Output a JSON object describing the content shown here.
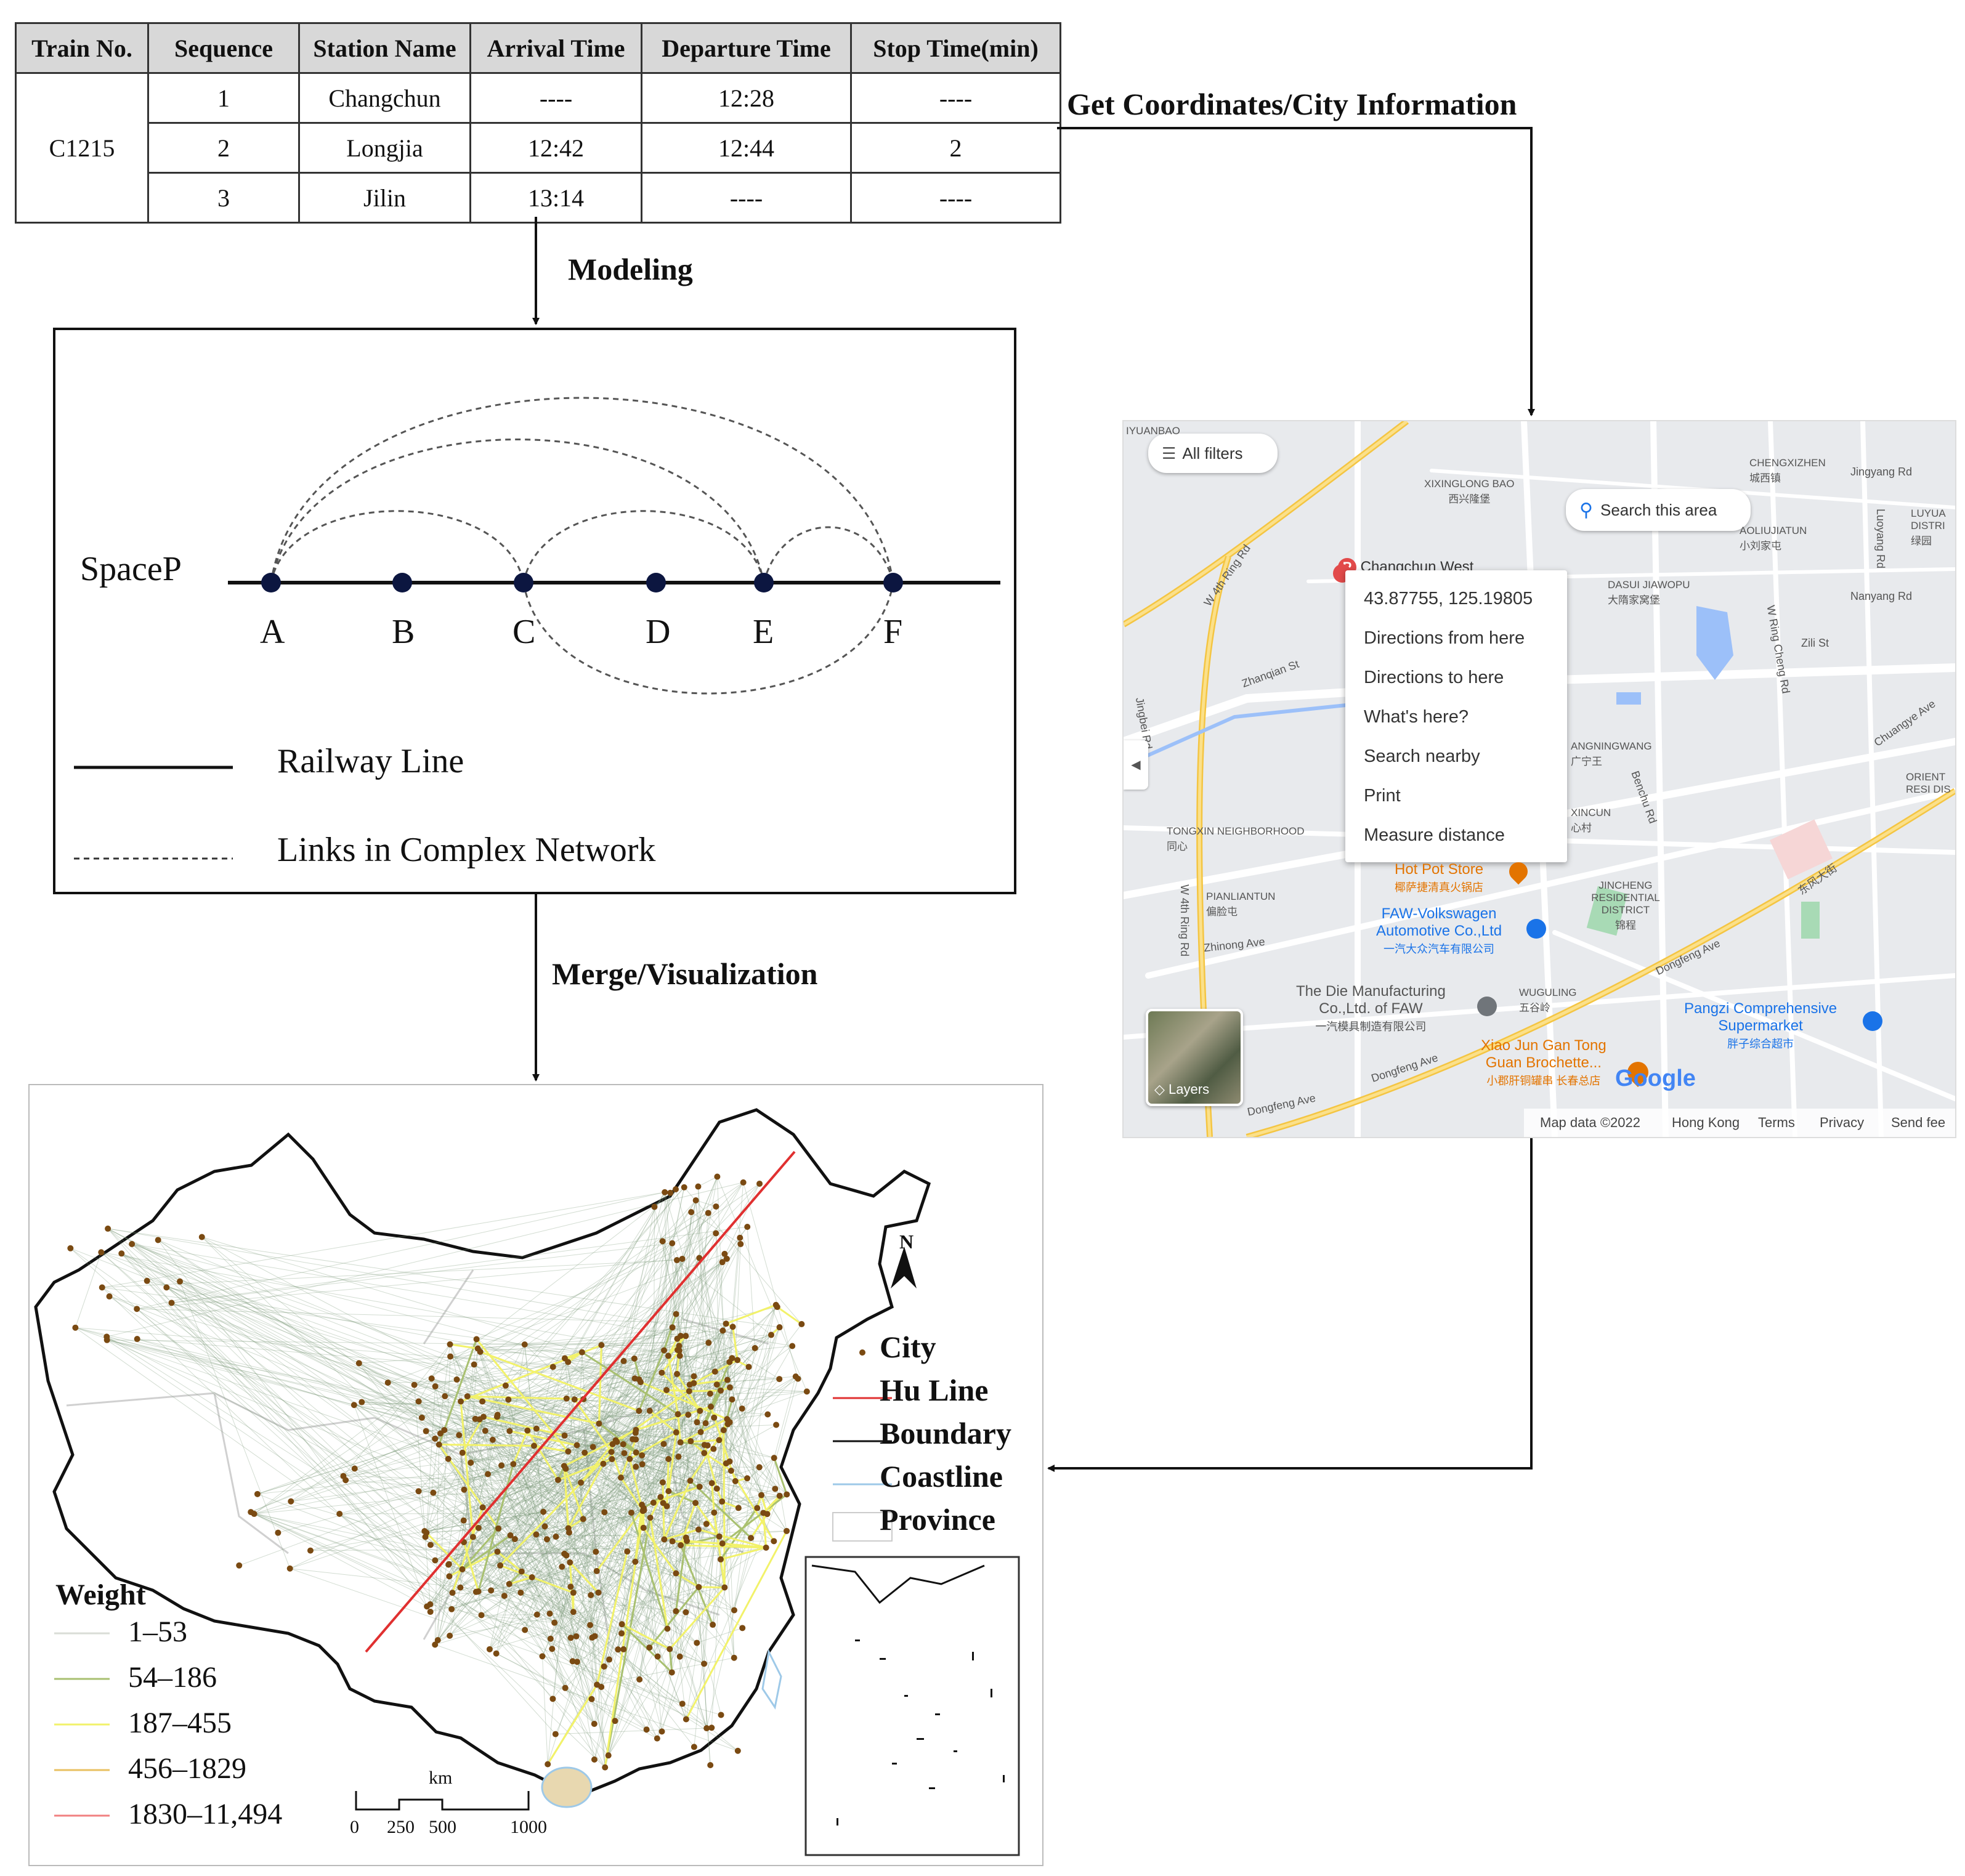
{
  "timetable": {
    "headers": [
      "Train No.",
      "Sequence",
      "Station Name",
      "Arrival Time",
      "Departure Time",
      "Stop Time(min)"
    ],
    "train_no": "C1215",
    "rows": [
      [
        "1",
        "Changchun",
        "----",
        "12:28",
        "----"
      ],
      [
        "2",
        "Longjia",
        "12:42",
        "12:44",
        "2"
      ],
      [
        "3",
        "Jilin",
        "13:14",
        "----",
        "----"
      ]
    ]
  },
  "flow": {
    "get_coords": "Get Coordinates/City Information",
    "modeling": "Modeling",
    "merge": "Merge/Visualization"
  },
  "model": {
    "space_label": "SpaceP",
    "stations": [
      "A",
      "B",
      "C",
      "D",
      "E",
      "F"
    ],
    "legend_solid": "Railway Line",
    "legend_dashed": "Links in Complex Network"
  },
  "gmap": {
    "all_filters": "All filters",
    "search_area": "Search this area",
    "context_menu": [
      "43.87755, 125.19805",
      "Directions from here",
      "Directions to here",
      "What's here?",
      "Search nearby",
      "Print",
      "Measure distance"
    ],
    "pois": {
      "changchun_west": "Changchun West",
      "hotpot": "Hot Pot Store",
      "hotpot_cn": "椰萨捷清真火锅店",
      "faw_vw": "FAW-Volkswagen",
      "faw_vw2": "Automotive Co.,Ltd",
      "faw_vw_cn": "一汽大众汽车有限公司",
      "die": "The Die Manufacturing",
      "die2": "Co.,Ltd. of FAW",
      "die_cn": "一汽模具制造有限公司",
      "xiaojun": "Xiao Jun Gan Tong",
      "xiaojun2": "Guan Brochette...",
      "xiaojun_cn": "小郡肝铜罐串 长春总店",
      "pangzi": "Pangzi Comprehensive",
      "pangzi2": "Supermarket",
      "pangzi_cn": "胖子综合超市"
    },
    "areas": {
      "xixinglong": "XIXINGLONG BAO",
      "xixinglong_cn": "西兴隆堡",
      "chengxizhen": "CHENGXIZHEN",
      "chengxizhen_cn": "城西镇",
      "dasui": "DASUI JIAWOPU",
      "dasui_cn": "大隋家窝堡",
      "tongxin": "TONGXIN NEIGHBORHOOD",
      "tongxin_cn": "同心",
      "pianliantun": "PIANLIANTUN",
      "pianliantun_cn": "偏脸屯",
      "jincheng": "JINCHENG RESIDENTIAL DISTRICT",
      "jincheng_cn": "锦程",
      "wuguling": "WUGULING",
      "wuguling_cn": "五谷岭",
      "angningwang": "ANGNINGWANG",
      "angningwang_cn": "广宁王",
      "xincun": "XINCUN",
      "xincun_cn": "心村",
      "aoliujiatun": "AOLIUJIATUN",
      "aoliujiatun_cn": "小刘家屯",
      "yuanbao": "IYUANBAO",
      "luyuan": "LUYUA DISTRI",
      "luyuan_cn": "绿园",
      "orient": "ORIENT RESI DIS"
    },
    "roads": {
      "w4ring": "W 4th Ring Rd",
      "w4ring2": "W 4th Ring Rd",
      "dongfeng": "Dongfeng Ave",
      "dongfeng2": "Dongfeng Ave",
      "dongfeng3": "Dongfeng Ave",
      "zhongni": "Zhinong Ave",
      "jingyang": "Jingyang Rd",
      "nanyang": "Nanyang Rd",
      "zili": "Zili St",
      "zhanqian": "Zhanqian St",
      "chuangye": "Chuangye Ave",
      "benchu": "Benchu Rd",
      "dongfeng_cn": "东风大街",
      "jingbei": "Jingbei Rd",
      "w_ring_cheng": "W Ring Cheng Rd",
      "luoyang": "Luoyang Rd"
    },
    "layers": "Layers",
    "google": "Google",
    "footer": [
      "Map data ©2022",
      "Hong Kong",
      "Terms",
      "Privacy",
      "Send fee"
    ]
  },
  "china_map": {
    "legend": [
      "City",
      "Hu Line",
      "Boundary",
      "Coastline",
      "Province"
    ],
    "weight_title": "Weight",
    "weights": [
      "1–53",
      "54–186",
      "187–455",
      "456–1829",
      "1830–11,494"
    ],
    "north": "N",
    "scale_unit": "km",
    "scale_ticks": [
      "0",
      "250",
      "500",
      "1000"
    ],
    "colors": {
      "hu_line": "#e03030",
      "boundary": "#111111",
      "coastline": "#9ec9e8",
      "province": "#d0d0d0",
      "city": "#7a4a12",
      "w1": "#d9dcd6",
      "w2": "#a8c070",
      "w3": "#f2f26a",
      "w4": "#e8c060",
      "w5": "#f08080",
      "links": "#7f9a7a"
    }
  }
}
